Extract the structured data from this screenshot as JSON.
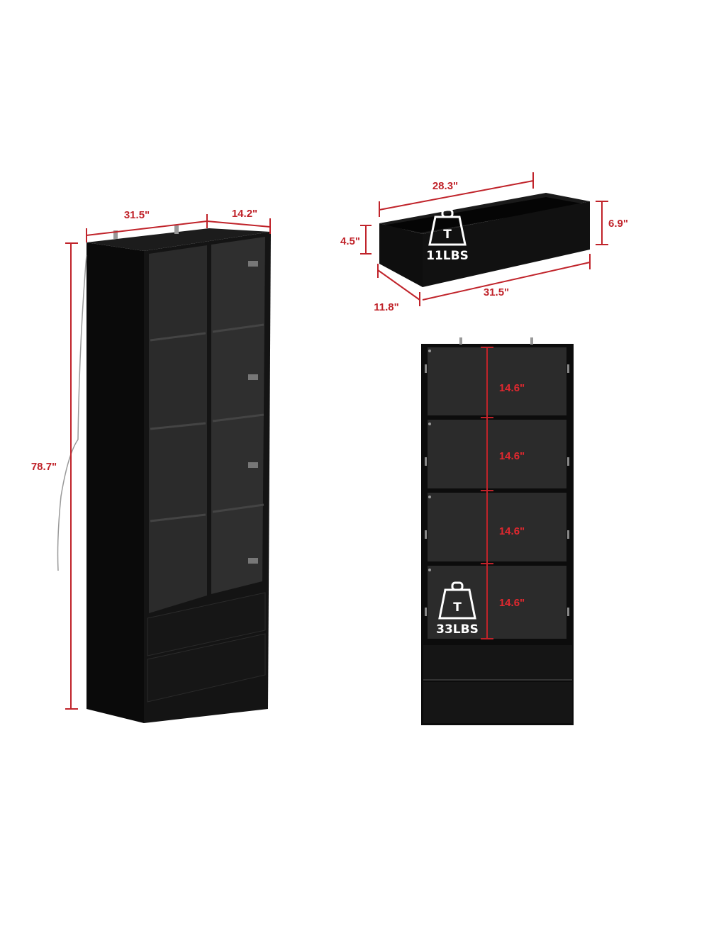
{
  "cabinet": {
    "width_label": "31.5\"",
    "depth_label": "14.2\"",
    "height_label": "78.7\""
  },
  "drawer": {
    "inner_width_label": "28.3\"",
    "height_label": "6.9\"",
    "inner_height_label": "4.5\"",
    "depth_label": "11.8\"",
    "outer_width_label": "31.5\"",
    "load_label": "11LBS",
    "load_icon_letter": "T"
  },
  "shelves": {
    "heights": [
      "14.6\"",
      "14.6\"",
      "14.6\"",
      "14.6\""
    ],
    "load_label": "33LBS",
    "load_icon_letter": "T"
  },
  "colors": {
    "dimension": "#c0232a",
    "cabinet": "#101010",
    "glass": "#2a2a2a"
  }
}
